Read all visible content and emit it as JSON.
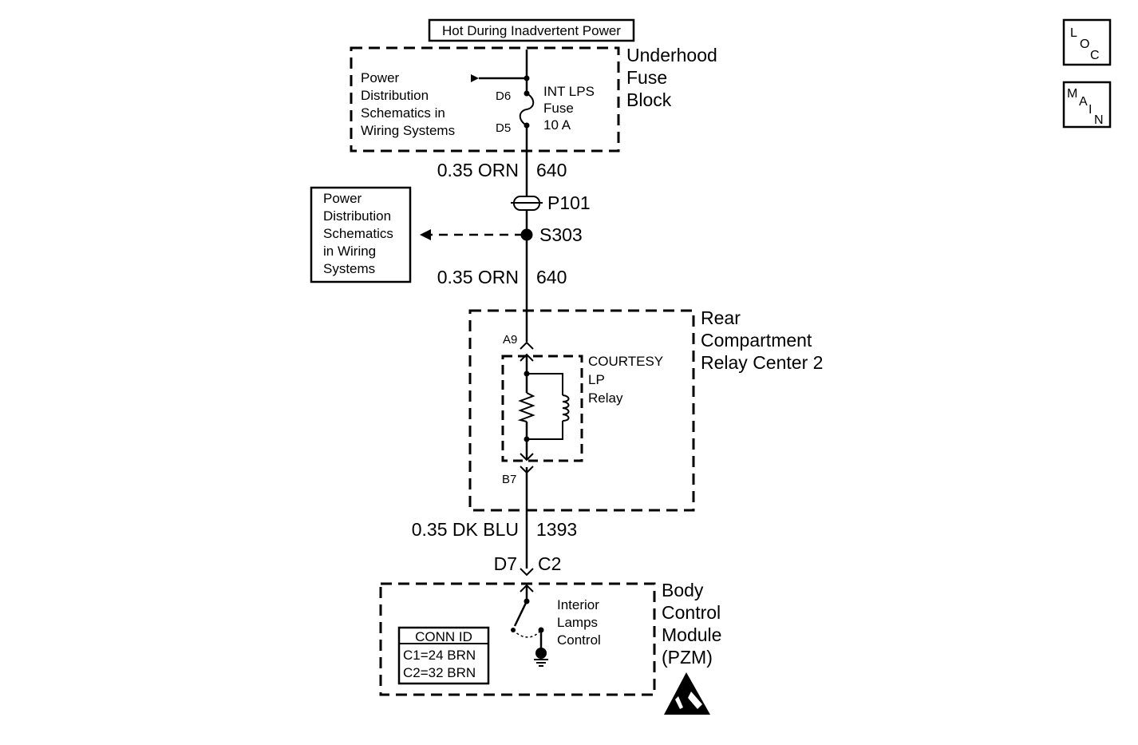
{
  "header_box": "Hot During Inadvertent Power",
  "underhood": {
    "title": [
      "Underhood",
      "Fuse",
      "Block"
    ],
    "note": [
      "Power",
      "Distribution",
      "Schematics in",
      "Wiring Systems"
    ],
    "fuse_label": [
      "INT LPS",
      "Fuse",
      "10 A"
    ],
    "pin_top": "D6",
    "pin_bottom": "D5"
  },
  "wire1": {
    "size_color": "0.35 ORN",
    "circuit": "640"
  },
  "connector_p101": "P101",
  "splice_s303": "S303",
  "ref_box": [
    "Power",
    "Distribution",
    "Schematics",
    "in Wiring",
    "Systems"
  ],
  "wire2": {
    "size_color": "0.35 ORN",
    "circuit": "640"
  },
  "relay_center": {
    "title": [
      "Rear",
      "Compartment",
      "Relay Center 2"
    ],
    "relay_label": [
      "COURTESY",
      "LP",
      "Relay"
    ],
    "pin_in": "A9",
    "pin_out": "B7"
  },
  "wire3": {
    "size_color": "0.35 DK BLU",
    "circuit": "1393"
  },
  "bcm_pins": {
    "left": "D7",
    "right": "C2"
  },
  "bcm": {
    "title": [
      "Body",
      "Control",
      "Module",
      "(PZM)"
    ],
    "switch_label": [
      "Interior",
      "Lamps",
      "Control"
    ],
    "conn_id": {
      "title": "CONN ID",
      "rows": [
        "C1=24 BRN",
        "C2=32 BRN"
      ]
    }
  },
  "nav": {
    "loc": [
      "L",
      "O",
      "C"
    ],
    "main": [
      "M",
      "A",
      "I",
      "N"
    ]
  }
}
